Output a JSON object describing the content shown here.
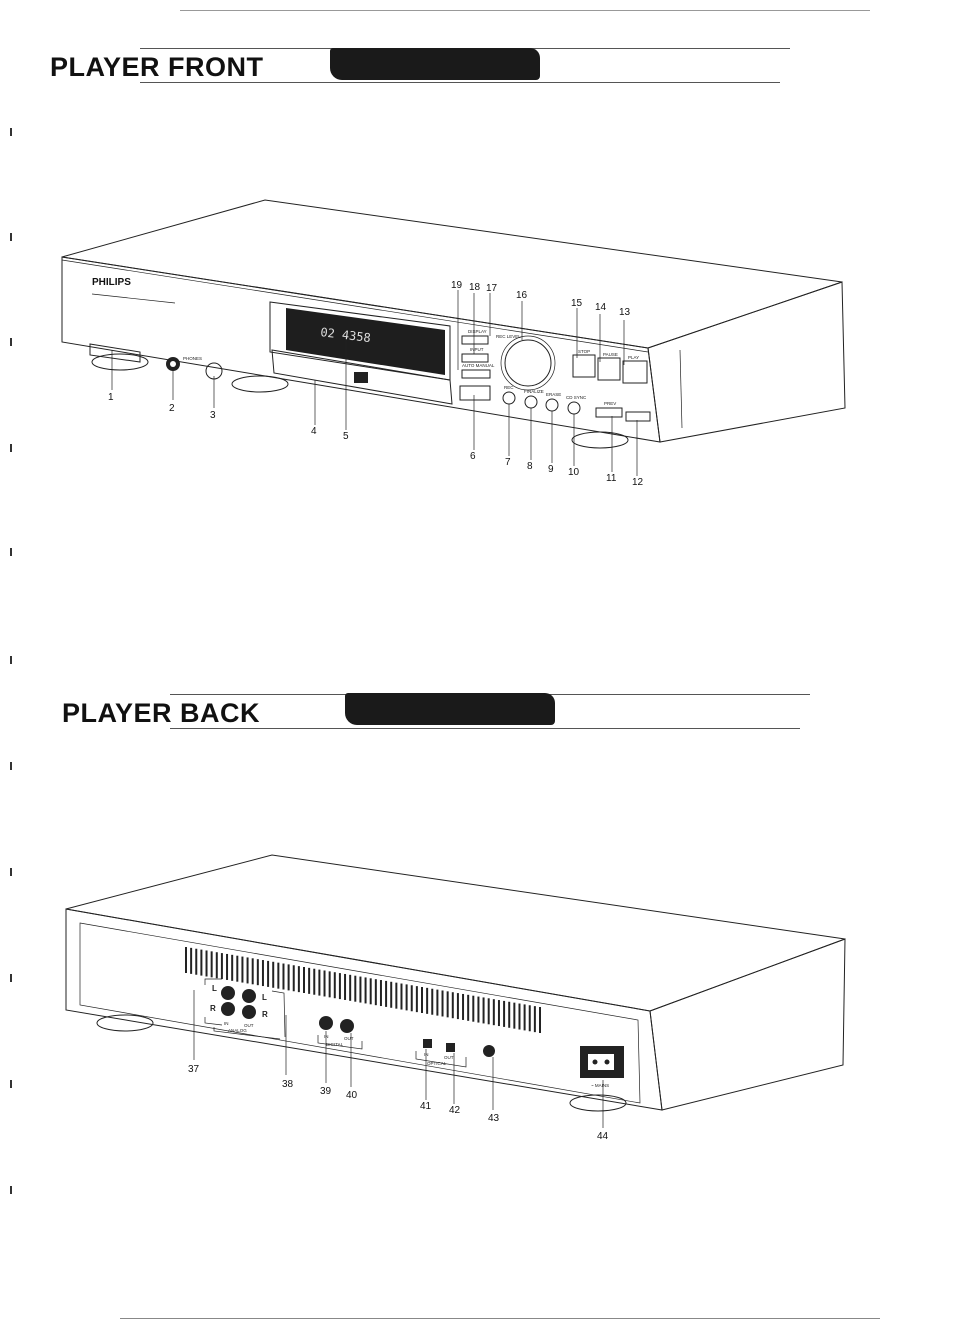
{
  "sections": {
    "front_title": "PLAYER FRONT",
    "back_title": "PLAYER BACK"
  },
  "front": {
    "brand": "PHILIPS",
    "display_digits": "02  4358",
    "labels": {
      "phones": "PHONES",
      "display": "DISPLAY",
      "input": "INPUT",
      "auto_manual": "AUTO MANUAL",
      "rec_level": "REC LEVEL",
      "stop": "STOP",
      "pause": "PAUSE",
      "play": "PLAY",
      "rec": "REC",
      "finalize": "FINALIZE",
      "erase": "ERASE",
      "cd_sync": "CD SYNC",
      "prev": "PREV"
    },
    "callouts": [
      "1",
      "2",
      "3",
      "4",
      "5",
      "6",
      "7",
      "8",
      "9",
      "10",
      "11",
      "12",
      "13",
      "14",
      "15",
      "16",
      "17",
      "18",
      "19"
    ]
  },
  "back": {
    "labels": {
      "l": "L",
      "r": "R",
      "in": "IN",
      "out": "OUT",
      "analog": "ANALOG",
      "digital": "DIGITAL",
      "optical": "OPTICAL",
      "mains": "~ MAINS"
    },
    "callouts": [
      "37",
      "38",
      "39",
      "40",
      "41",
      "42",
      "43",
      "44"
    ]
  }
}
